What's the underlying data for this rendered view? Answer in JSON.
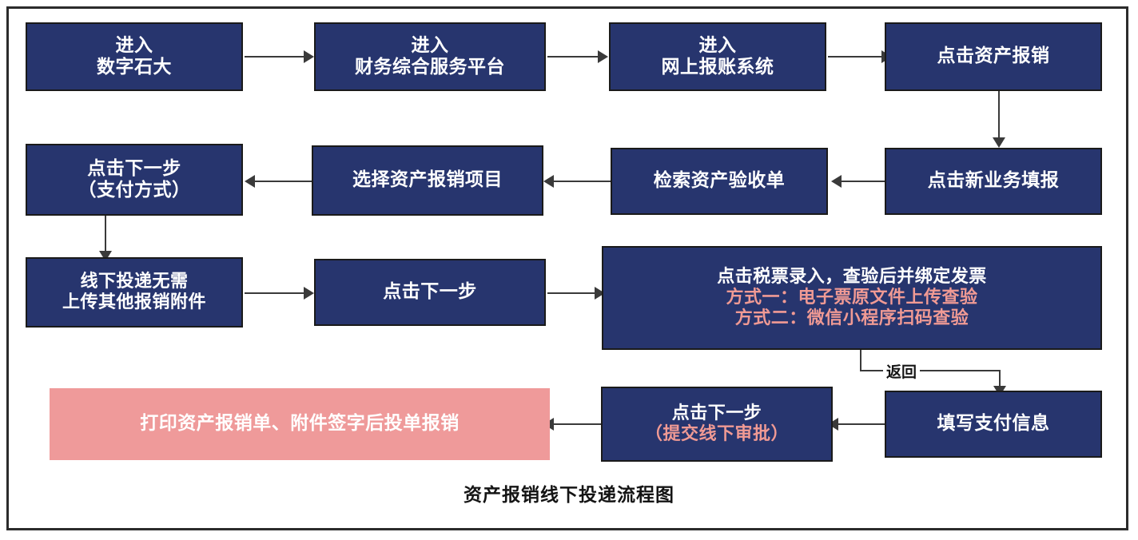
{
  "diagram": {
    "title": "资产报销线下投递流程图",
    "colors": {
      "node_navy": "#27356e",
      "node_pink": "#ef9a9a",
      "text_white": "#ffffff",
      "text_salmon": "#f09a94",
      "connector": "#3a3a3a",
      "frame_border": "#2b2b2b",
      "background": "#ffffff"
    },
    "nodes": [
      {
        "id": "n1",
        "lines": [
          "进入",
          "数字石大"
        ],
        "style": "navy"
      },
      {
        "id": "n2",
        "lines": [
          "进入",
          "财务综合服务平台"
        ],
        "style": "navy"
      },
      {
        "id": "n3",
        "lines": [
          "进入",
          "网上报账系统"
        ],
        "style": "navy"
      },
      {
        "id": "n4",
        "lines": [
          "点击资产报销"
        ],
        "style": "navy"
      },
      {
        "id": "n5",
        "lines": [
          "点击新业务填报"
        ],
        "style": "navy"
      },
      {
        "id": "n6",
        "lines": [
          "检索资产验收单"
        ],
        "style": "navy"
      },
      {
        "id": "n7",
        "lines": [
          "选择资产报销项目"
        ],
        "style": "navy"
      },
      {
        "id": "n8",
        "lines": [
          "点击下一步",
          "（支付方式）"
        ],
        "style": "navy"
      },
      {
        "id": "n9",
        "lines": [
          "线下投递无需",
          "上传其他报销附件"
        ],
        "style": "navy"
      },
      {
        "id": "n10",
        "lines": [
          "点击下一步"
        ],
        "style": "navy"
      },
      {
        "id": "n11",
        "lines": [
          "点击税票录入，查验后并绑定发票",
          "方式一：电子票原文件上传查验",
          "方式二：微信小程序扫码查验"
        ],
        "style": "navy"
      },
      {
        "id": "n12",
        "lines": [
          "填写支付信息"
        ],
        "style": "navy"
      },
      {
        "id": "n13",
        "lines": [
          "点击下一步",
          "（提交线下审批）"
        ],
        "style": "navy"
      },
      {
        "id": "n14",
        "lines": [
          "打印资产报销单、附件签字后投单报销"
        ],
        "style": "pink"
      }
    ],
    "edge_labels": {
      "return": "返回"
    }
  }
}
